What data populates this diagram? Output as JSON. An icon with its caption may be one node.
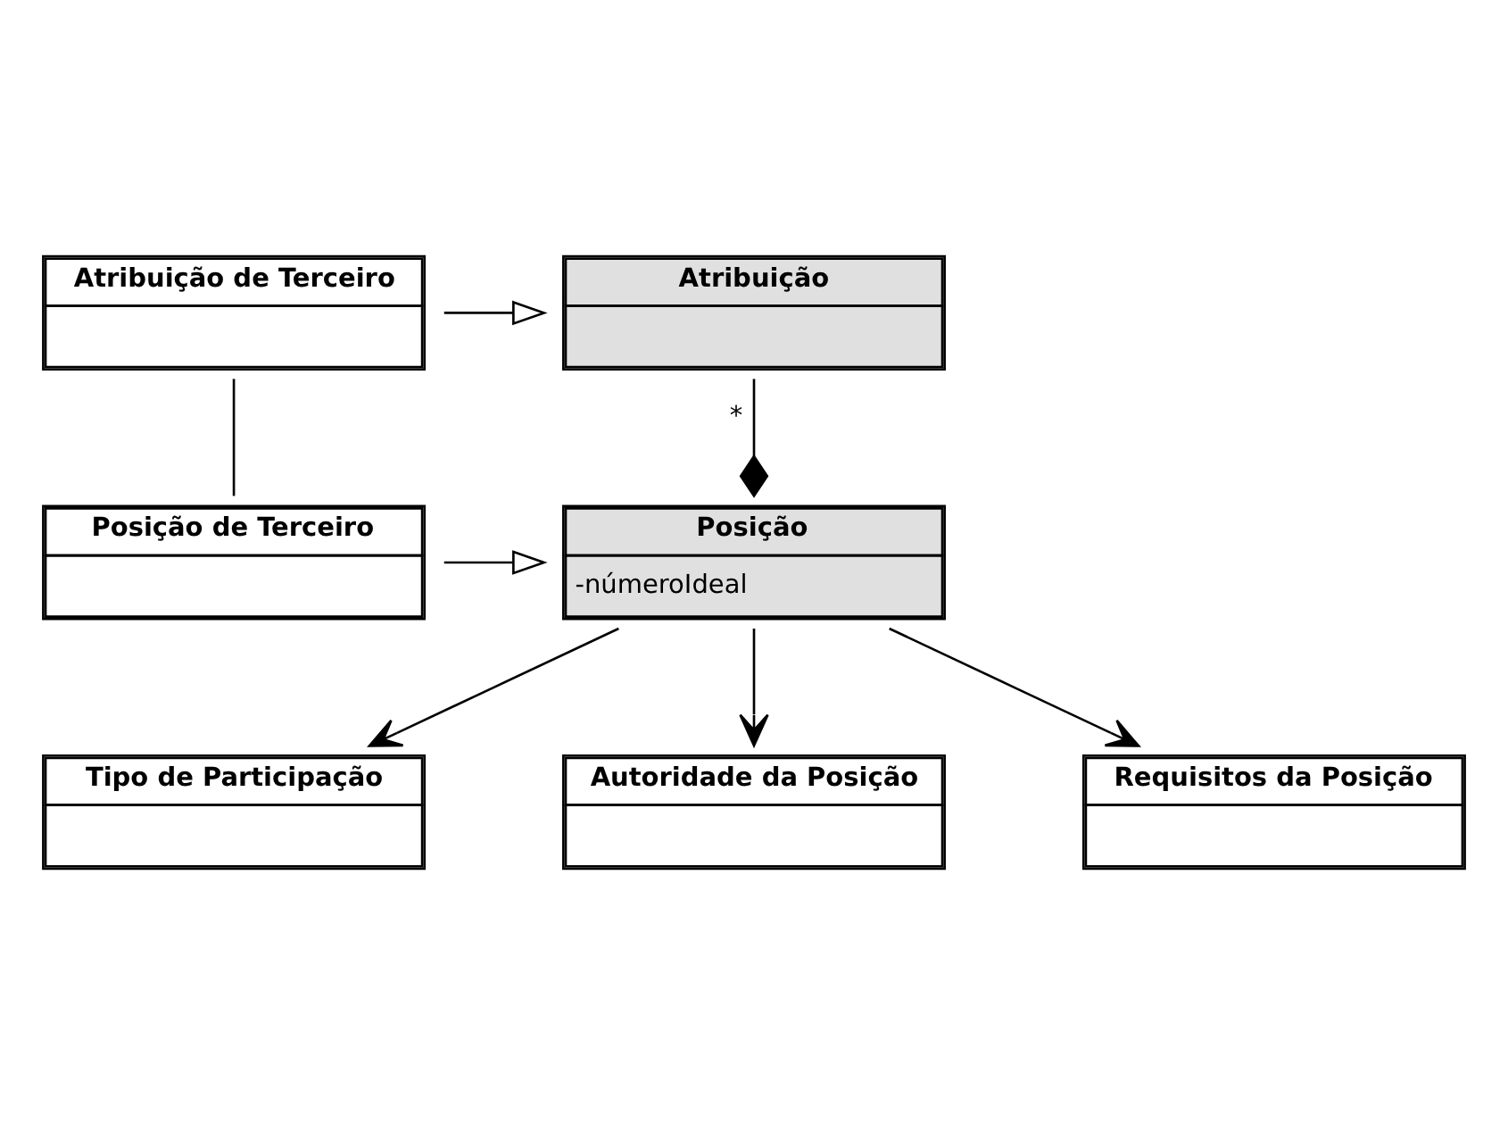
{
  "diagram": {
    "nodes": [
      {
        "text": [
          "Atribuição"
        ]
      },
      {
        "text": [
          "Atribuição de Terceiro"
        ]
      },
      {
        "text": [
          "Posição",
          "-númeroIdeal"
        ]
      },
      {
        "text": [
          "Posição de Terceiro"
        ]
      },
      {
        "text": [
          "Tipo de Participação"
        ]
      },
      {
        "text": [
          "Autoridade da Posição"
        ]
      },
      {
        "text": [
          "Requisitos da Posição"
        ]
      }
    ],
    "edges": [
      {
        "from": 1,
        "to": 0,
        "arrow": "to"
      },
      {
        "from": 1,
        "to": 3,
        "arrow": "none"
      },
      {
        "from": 3,
        "to": 2,
        "arrow": "to"
      },
      {
        "from": 0,
        "to": 2,
        "arrow": "other",
        "label": "*"
      },
      {
        "from": 2,
        "to": 4,
        "arrow": "to"
      },
      {
        "from": 2,
        "to": 6,
        "arrow": "to"
      },
      {
        "from": 2,
        "to": 5,
        "arrow": "to"
      }
    ]
  }
}
